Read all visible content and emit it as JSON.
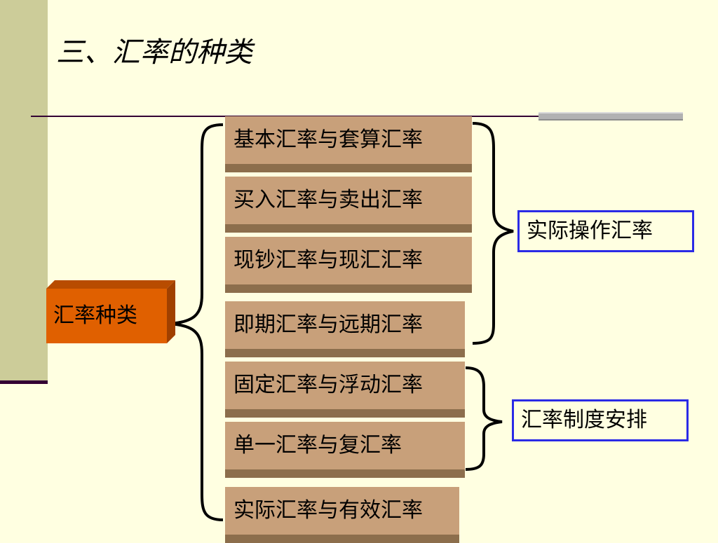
{
  "title": "三、汇率的种类",
  "root": {
    "label": "汇率种类"
  },
  "items": [
    {
      "label": "基本汇率与套算汇率"
    },
    {
      "label": "买入汇率与卖出汇率"
    },
    {
      "label": "现钞汇率与现汇汇率"
    },
    {
      "label": "即期汇率与远期汇率"
    },
    {
      "label": "固定汇率与浮动汇率"
    },
    {
      "label": "单一汇率与复汇率"
    },
    {
      "label": "实际汇率与有效汇率"
    }
  ],
  "groups": [
    {
      "label": "实际操作汇率"
    },
    {
      "label": "汇率制度安排"
    }
  ],
  "colors": {
    "background": "#FFFFE1",
    "root_fill": "#E06000",
    "item_fill": "#C8A07A",
    "group_border": "#2A2AE6"
  }
}
